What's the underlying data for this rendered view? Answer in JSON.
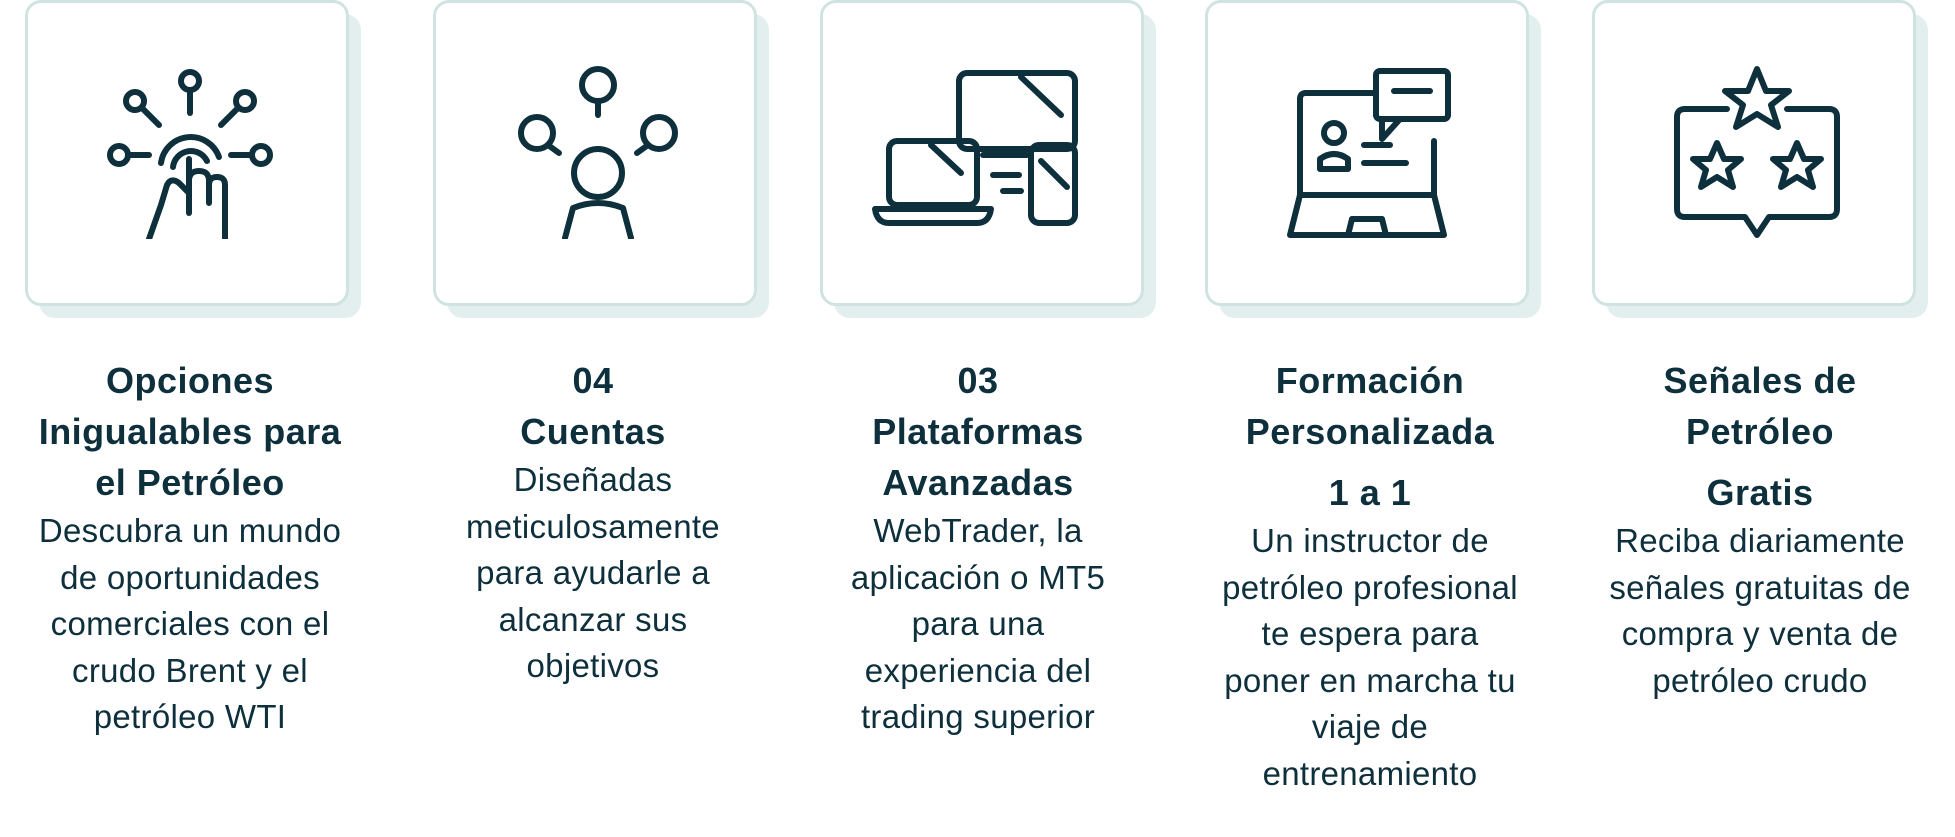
{
  "features": [
    {
      "icon": "touch-connections-icon",
      "title_lines": [
        "Opciones",
        "Inigualables para",
        "el Petróleo"
      ],
      "desc_lines": [
        "Descubra un mundo",
        "de oportunidades",
        "comerciales con el",
        "crudo Brent y el",
        "petróleo WTI"
      ]
    },
    {
      "icon": "user-search-icon",
      "title_lines": [
        "04",
        "Cuentas"
      ],
      "desc_lines": [
        "Diseñadas",
        "meticulosamente",
        "para ayudarle a",
        "alcanzar sus",
        "objetivos"
      ]
    },
    {
      "icon": "multi-device-icon",
      "title_lines": [
        "03",
        "Plataformas",
        "Avanzadas"
      ],
      "desc_lines": [
        "WebTrader, la",
        "aplicación o MT5",
        "para una",
        "experiencia del",
        "trading superior"
      ]
    },
    {
      "icon": "laptop-tutor-icon",
      "title_lines": [
        "Formación",
        "Personalizada",
        "1 a 1"
      ],
      "desc_lines": [
        "Un instructor de",
        "petróleo profesional",
        "te espera para",
        "poner en marcha tu",
        "viaje de",
        "entrenamiento"
      ]
    },
    {
      "icon": "stars-rating-icon",
      "title_lines": [
        "Señales de",
        "Petróleo",
        "Gratis"
      ],
      "desc_lines": [
        "Reciba diariamente",
        "señales gratuitas de",
        "compra y venta de",
        "petróleo crudo"
      ]
    }
  ],
  "colors": {
    "text": "#0e2f3c",
    "card_border": "#cfe3e1",
    "card_shadow": "#e3efee"
  }
}
